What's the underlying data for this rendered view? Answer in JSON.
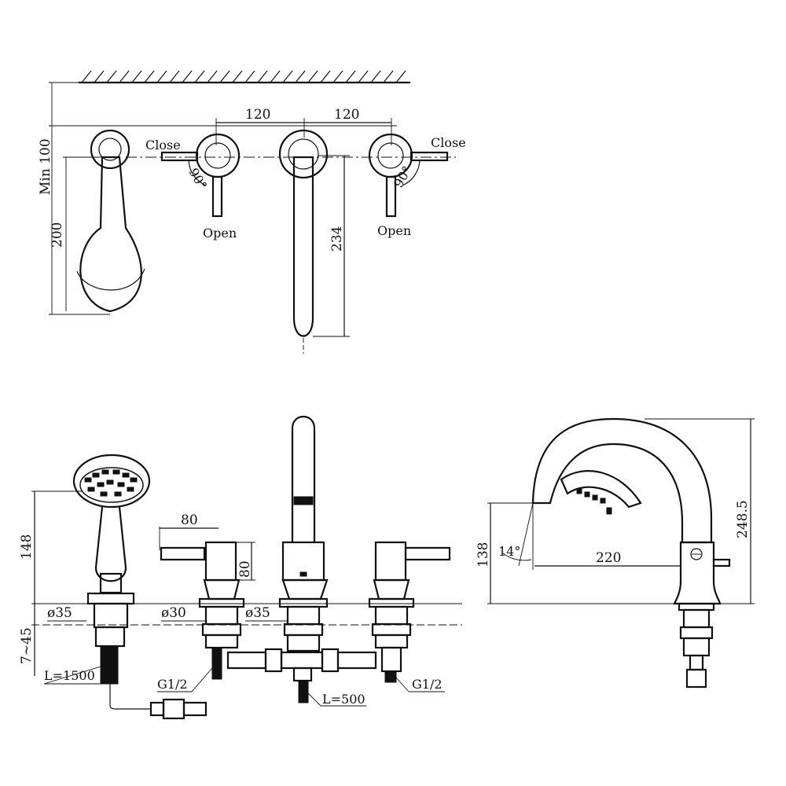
{
  "top_view": {
    "dim_spacing_left": "120",
    "dim_spacing_right": "120",
    "dim_min_wall": "Min 100",
    "dim_handshower_height": "200",
    "dim_spout_length": "234",
    "left_handle": {
      "close_label": "Close",
      "open_label": "Open",
      "angle_label": "90°"
    },
    "right_handle": {
      "close_label": "Close",
      "open_label": "Open",
      "angle_label": "90°"
    }
  },
  "front_view": {
    "dim_lever_length": "80",
    "dim_lever_height": "80",
    "dim_handshower_height": "148",
    "dim_diameter_left": "ø35",
    "dim_diameter_mid": "ø30",
    "dim_diameter_right": "ø35",
    "dim_deck_thickness": "7~45",
    "hose_length_label": "L=1500",
    "supply_hose_label": "L=500",
    "thread_left_label": "G1/2",
    "thread_right_label": "G1/2"
  },
  "side_view": {
    "dim_spout_height": "138",
    "dim_total_height": "248.5",
    "dim_reach": "220",
    "angle_label": "14°"
  }
}
